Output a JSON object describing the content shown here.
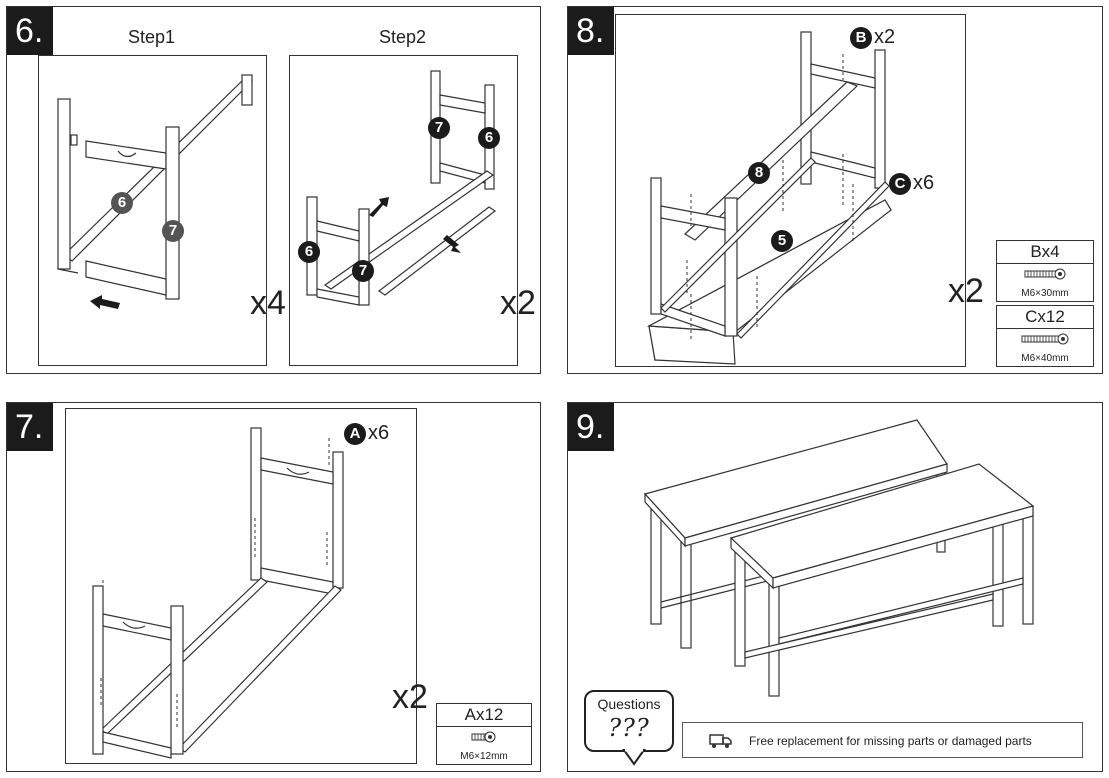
{
  "panels": {
    "p6": {
      "number": "6.",
      "step1_title": "Step1",
      "step2_title": "Step2",
      "step1_qty": "x4",
      "step2_qty": "x2",
      "step1_badges": [
        "6",
        "7"
      ],
      "step2_badges": [
        "7",
        "6",
        "6",
        "7"
      ]
    },
    "p8": {
      "number": "8.",
      "callout_b_letter": "B",
      "callout_b_qty": "x2",
      "callout_c_letter": "C",
      "callout_c_qty": "x6",
      "part_badges": [
        "8",
        "5"
      ],
      "qty": "x2",
      "hardware": [
        {
          "title": "Bx4",
          "size": "M6×30mm"
        },
        {
          "title": "Cx12",
          "size": "M6×40mm"
        }
      ]
    },
    "p7": {
      "number": "7.",
      "callout_a_letter": "A",
      "callout_a_qty": "x6",
      "qty": "x2",
      "hardware": {
        "title": "Ax12",
        "size": "M6×12mm"
      }
    },
    "p9": {
      "number": "9.",
      "questions_label": "Questions",
      "questions_marks": "???",
      "service_text": "Free replacement for missing parts or damaged parts"
    }
  }
}
